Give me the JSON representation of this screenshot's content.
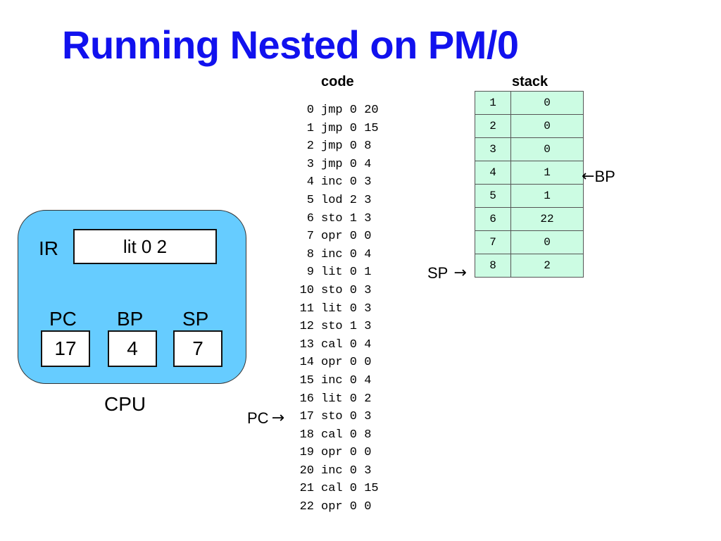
{
  "title": "Running Nested on PM/0",
  "code": {
    "header": "code",
    "lines": [
      {
        "addr": "0",
        "instr": "jmp 0 20"
      },
      {
        "addr": "1",
        "instr": "jmp 0 15"
      },
      {
        "addr": "2",
        "instr": "jmp 0 8"
      },
      {
        "addr": "3",
        "instr": "jmp 0 4"
      },
      {
        "addr": "4",
        "instr": "inc 0 3"
      },
      {
        "addr": "5",
        "instr": "lod 2 3"
      },
      {
        "addr": "6",
        "instr": "sto 1 3"
      },
      {
        "addr": "7",
        "instr": "opr 0 0"
      },
      {
        "addr": "8",
        "instr": "inc 0 4"
      },
      {
        "addr": "9",
        "instr": "lit 0 1"
      },
      {
        "addr": "10",
        "instr": "sto 0 3"
      },
      {
        "addr": "11",
        "instr": "lit 0 3"
      },
      {
        "addr": "12",
        "instr": "sto 1 3"
      },
      {
        "addr": "13",
        "instr": "cal 0 4"
      },
      {
        "addr": "14",
        "instr": "opr 0 0"
      },
      {
        "addr": "15",
        "instr": "inc 0 4"
      },
      {
        "addr": "16",
        "instr": "lit 0 2"
      },
      {
        "addr": "17",
        "instr": "sto 0 3"
      },
      {
        "addr": "18",
        "instr": "cal 0 8"
      },
      {
        "addr": "19",
        "instr": "opr 0 0"
      },
      {
        "addr": "20",
        "instr": "inc 0 3"
      },
      {
        "addr": "21",
        "instr": "cal 0 15"
      },
      {
        "addr": "22",
        "instr": "opr 0 0"
      }
    ]
  },
  "stack": {
    "header": "stack",
    "rows": [
      {
        "index": "1",
        "value": "0"
      },
      {
        "index": "2",
        "value": "0"
      },
      {
        "index": "3",
        "value": "0"
      },
      {
        "index": "4",
        "value": "1"
      },
      {
        "index": "5",
        "value": "1"
      },
      {
        "index": "6",
        "value": "22"
      },
      {
        "index": "7",
        "value": "0"
      },
      {
        "index": "8",
        "value": "2"
      }
    ]
  },
  "pointers": {
    "bp_label": "BP",
    "sp_label": "SP",
    "pc_label": "PC",
    "arrow_right": "→",
    "arrow_left": "←"
  },
  "cpu": {
    "caption": "CPU",
    "ir_label": "IR",
    "ir_value": "lit 0 2",
    "registers": {
      "pc_label": "PC",
      "pc_value": "17",
      "bp_label": "BP",
      "bp_value": "4",
      "sp_label": "SP",
      "sp_value": "7"
    }
  },
  "colors": {
    "title": "#1111ee",
    "cpu_fill": "#66ccff",
    "stack_fill": "#ccfce3"
  }
}
